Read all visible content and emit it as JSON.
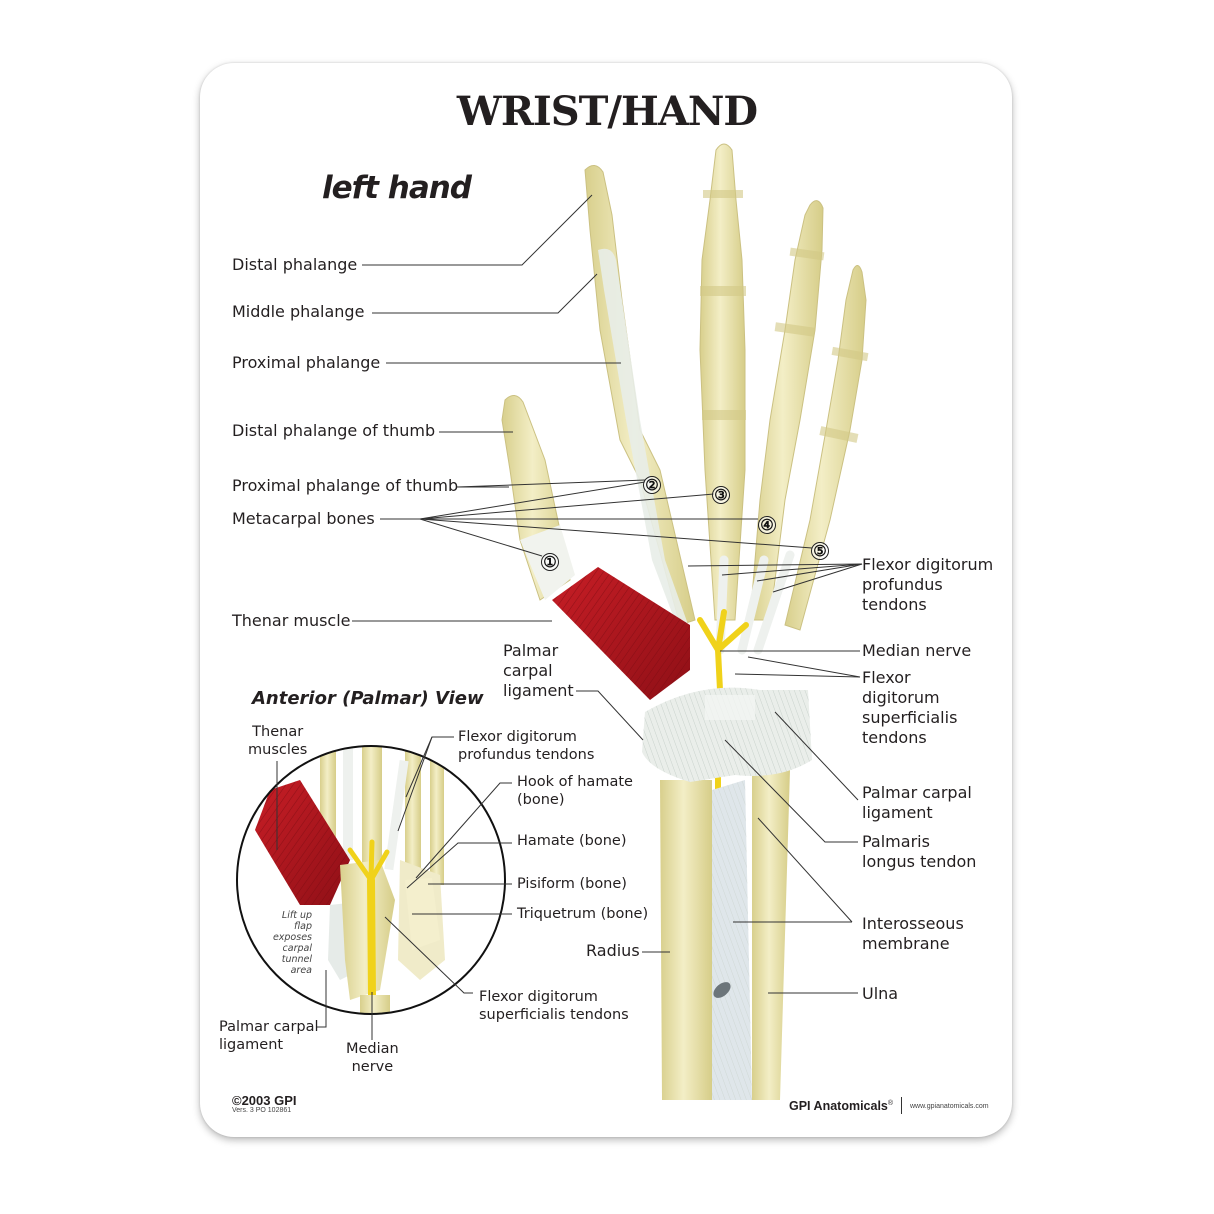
{
  "poster": {
    "title": "WRIST/HAND",
    "subtitle": "left hand",
    "inset_title": "Anterior (Palmar) View"
  },
  "main_labels": {
    "distal_phalange": "Distal phalange",
    "middle_phalange": "Middle phalange",
    "proximal_phalange": "Proximal phalange",
    "distal_phalange_thumb": "Distal phalange of thumb",
    "proximal_phalange_thumb": "Proximal phalange of thumb",
    "metacarpal_bones": "Metacarpal bones",
    "thenar_muscle": "Thenar muscle",
    "palmar_carpal_ligament_left": "Palmar\ncarpal\nligament",
    "radius": "Radius",
    "fdp_tendons": "Flexor digitorum\nprofundus\ntendons",
    "median_nerve": "Median nerve",
    "fds_tendons": "Flexor\ndigitorum\nsuperficialis\ntendons",
    "palmar_carpal_ligament_right": "Palmar carpal\nligament",
    "palmaris_longus": "Palmaris\nlongus tendon",
    "interosseous": "Interosseous\nmembrane",
    "ulna": "Ulna"
  },
  "metacarpal_numbers": [
    "①",
    "②",
    "③",
    "④",
    "⑤"
  ],
  "inset_labels": {
    "thenar_muscles": "Thenar\nmuscles",
    "fdp_tendons": "Flexor digitorum\nprofundus tendons",
    "hook_of_hamate": "Hook of hamate\n(bone)",
    "hamate": "Hamate (bone)",
    "pisiform": "Pisiform (bone)",
    "triquetrum": "Triquetrum (bone)",
    "fds_tendons": "Flexor digitorum\nsuperficialis tendons",
    "palmar_carpal_ligament": "Palmar carpal\nligament",
    "median_nerve": "Median\nnerve",
    "flap_note": "Lift up\nflap\nexposes\ncarpal\ntunnel\narea"
  },
  "footer": {
    "copyright": "©2003 GPI",
    "version": "Vers. 3 PO 102861",
    "brand": "GPI Anatomicals",
    "brand_mark": "®",
    "url": "www.gpianatomicals.com"
  },
  "colors": {
    "bone": "#ece6b4",
    "bone_shade": "#d9d08e",
    "muscle": "#b0141c",
    "nerve": "#f0d21a",
    "ligament": "#e6ebe6",
    "membrane": "#dfe6ea",
    "leader_line": "#333333"
  }
}
